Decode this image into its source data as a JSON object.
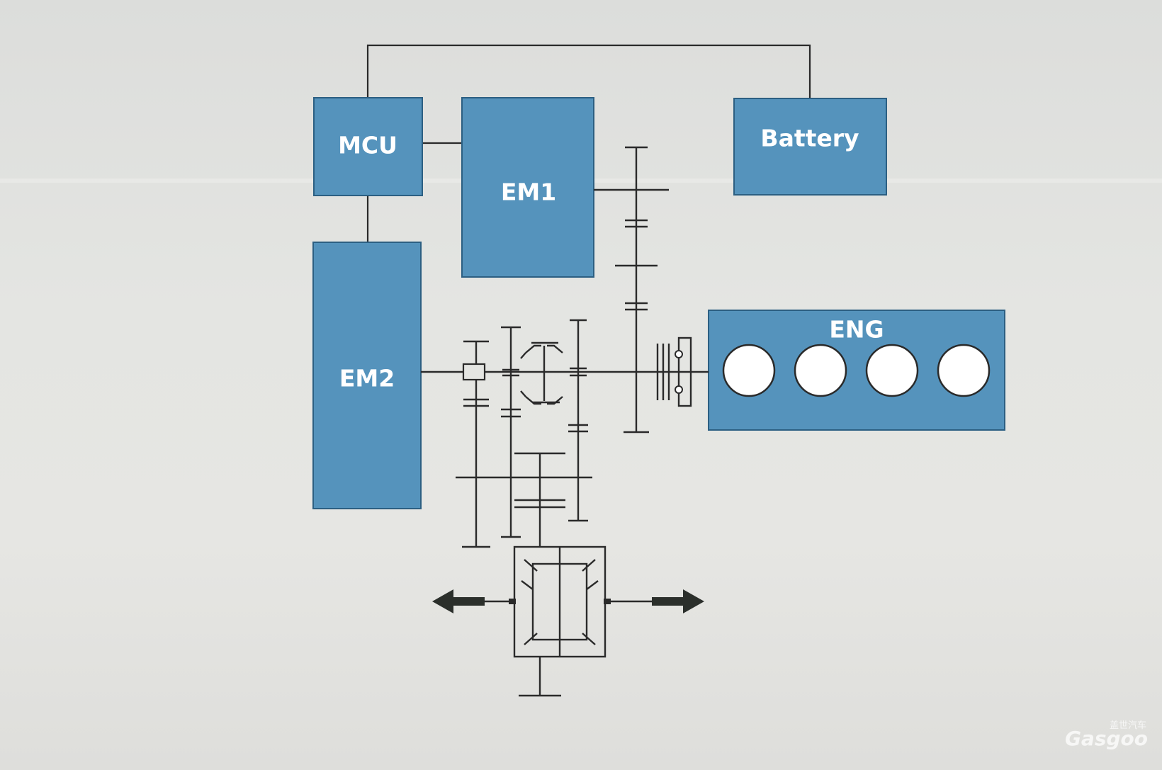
{
  "colors": {
    "block_fill": "#5593bc",
    "block_stroke": "#2c5f82",
    "line": "#2a2a2a",
    "background": "#e3e4e1"
  },
  "blocks": {
    "mcu": "MCU",
    "em1": "EM1",
    "em2": "EM2",
    "battery": "Battery",
    "engine": "ENG"
  },
  "engine": {
    "cylinder_count": 4
  },
  "watermark": {
    "cn": "盖世汽车",
    "en": "Gasgoo"
  }
}
